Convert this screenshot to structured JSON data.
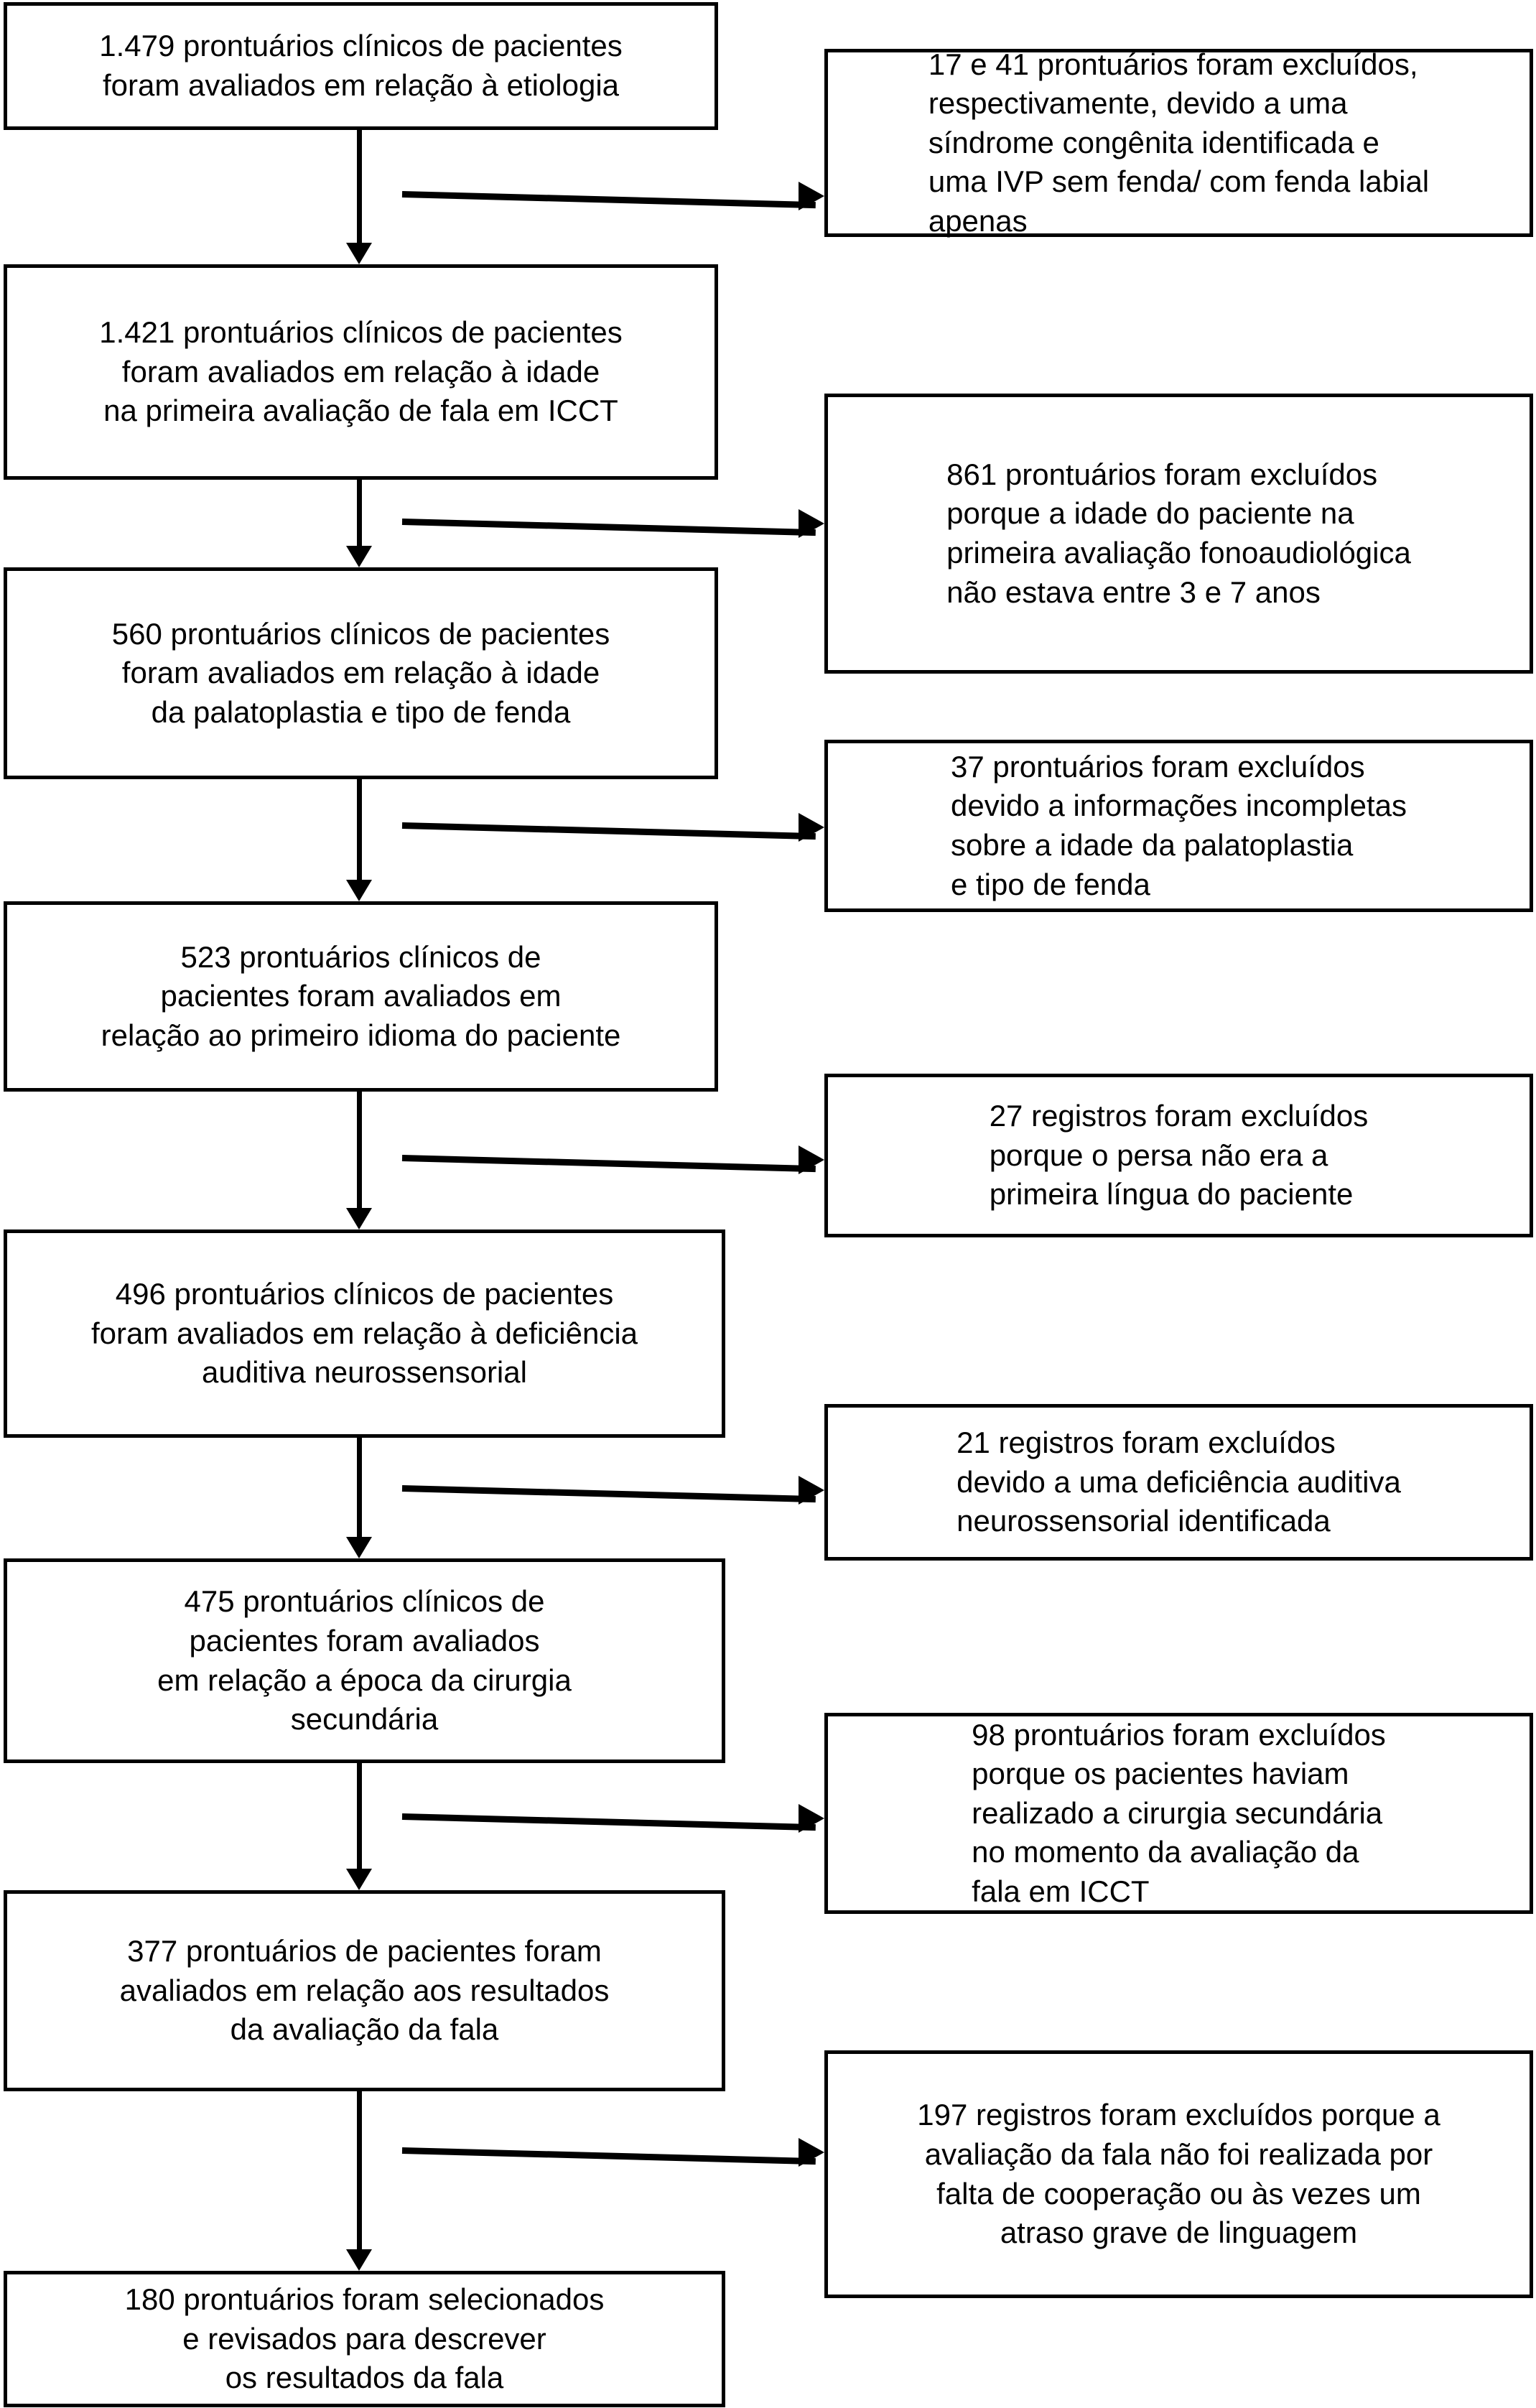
{
  "diagram": {
    "title": "Fluxograma de seleção de prontuários clínicos",
    "type": "flowchart",
    "orientation": "vertical-with-side-exclusions",
    "colors": {
      "stroke": "#000000",
      "fill": "#ffffff",
      "text": "#000000"
    }
  },
  "flow": {
    "nodes": [
      {
        "id": "n1",
        "count": "1.479",
        "text": "1.479 prontuários clínicos de pacientes\nforam avaliados em relação à etiologia"
      },
      {
        "id": "n2",
        "count": "1.421",
        "text": "1.421 prontuários clínicos de pacientes\nforam avaliados em relação à idade\nna primeira avaliação de fala em ICCT"
      },
      {
        "id": "n3",
        "count": "560",
        "text": "560 prontuários clínicos de pacientes\nforam avaliados em relação à idade\nda palatoplastia e tipo de fenda"
      },
      {
        "id": "n4",
        "count": "523",
        "text": "523 prontuários clínicos de\npacientes foram avaliados em\nrelação ao primeiro idioma do paciente"
      },
      {
        "id": "n5",
        "count": "496",
        "text": "496 prontuários clínicos de pacientes\nforam avaliados em relação à deficiência\nauditiva neurossensorial"
      },
      {
        "id": "n6",
        "count": "475",
        "text": "475 prontuários clínicos de\npacientes foram avaliados\nem relação a época da cirurgia\nsecundária"
      },
      {
        "id": "n7",
        "count": "377",
        "text": "377 prontuários de pacientes foram\navaliados em relação aos resultados\nda avaliação da fala"
      },
      {
        "id": "n8",
        "count": "180",
        "text": "180 prontuários foram selecionados\ne revisados para descrever\nos resultados da fala"
      }
    ],
    "exclusions": [
      {
        "id": "e1",
        "count": "17 e 41",
        "text": "17 e 41 prontuários foram excluídos,\nrespectivamente, devido a uma\nsíndrome congênita identificada e\numa IVP sem fenda/ com fenda labial\napenas"
      },
      {
        "id": "e2",
        "count": "861",
        "text": "861 prontuários foram excluídos\nporque a idade do paciente na\nprimeira avaliação fonoaudiológica\nnão estava entre 3 e 7 anos"
      },
      {
        "id": "e3",
        "count": "37",
        "text": "37 prontuários foram excluídos\ndevido a informações incompletas\nsobre a idade da palatoplastia\ne tipo de fenda"
      },
      {
        "id": "e4",
        "count": "27",
        "text": "27 registros foram excluídos\nporque o persa não era a\nprimeira língua do paciente"
      },
      {
        "id": "e5",
        "count": "21",
        "text": "21 registros foram excluídos\ndevido a uma deficiência auditiva\nneurossensorial identificada"
      },
      {
        "id": "e6",
        "count": "98",
        "text": "98 prontuários foram excluídos\nporque os pacientes haviam\nrealizado a cirurgia secundária\nno momento da avaliação da\nfala em ICCT"
      },
      {
        "id": "e7",
        "count": "197",
        "text": "197 registros foram excluídos porque a\navaliação da fala não foi realizada por\nfalta de cooperação ou às vezes um\natraso grave de linguagem"
      }
    ]
  }
}
